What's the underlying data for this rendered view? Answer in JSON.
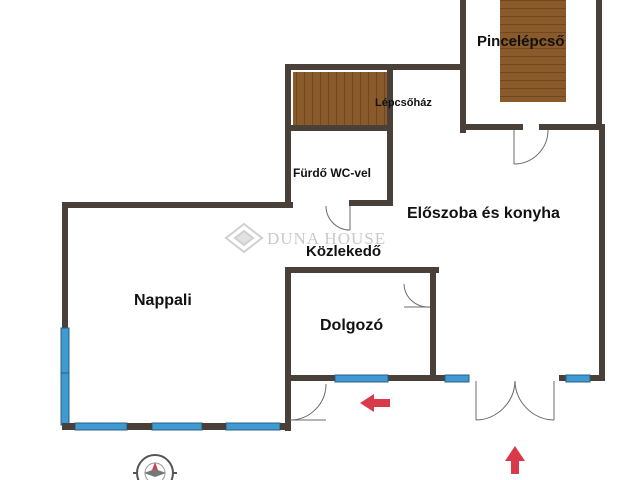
{
  "floor_plan": {
    "rooms": [
      {
        "id": "pincelepcso",
        "label": "Pincelépcső"
      },
      {
        "id": "lepcsohaz",
        "label": "Lépcsőház"
      },
      {
        "id": "furdo",
        "label": "Fürdő WC-vel"
      },
      {
        "id": "eloszoba",
        "label": "Előszoba és konyha"
      },
      {
        "id": "kozlekedo",
        "label": "Közlekedő"
      },
      {
        "id": "nappali",
        "label": "Nappali"
      },
      {
        "id": "dolgozo",
        "label": "Dolgozó"
      }
    ],
    "watermark": "DUNA HOUSE",
    "colors": {
      "wall": "#4a403a",
      "window": "#3e9ad1",
      "stairs": "#8b5a2b",
      "entrance_arrow": "#d93a4a",
      "watermark": "#c9c9c9"
    },
    "icons": [
      "compass-icon",
      "entrance-arrow-icon"
    ]
  }
}
